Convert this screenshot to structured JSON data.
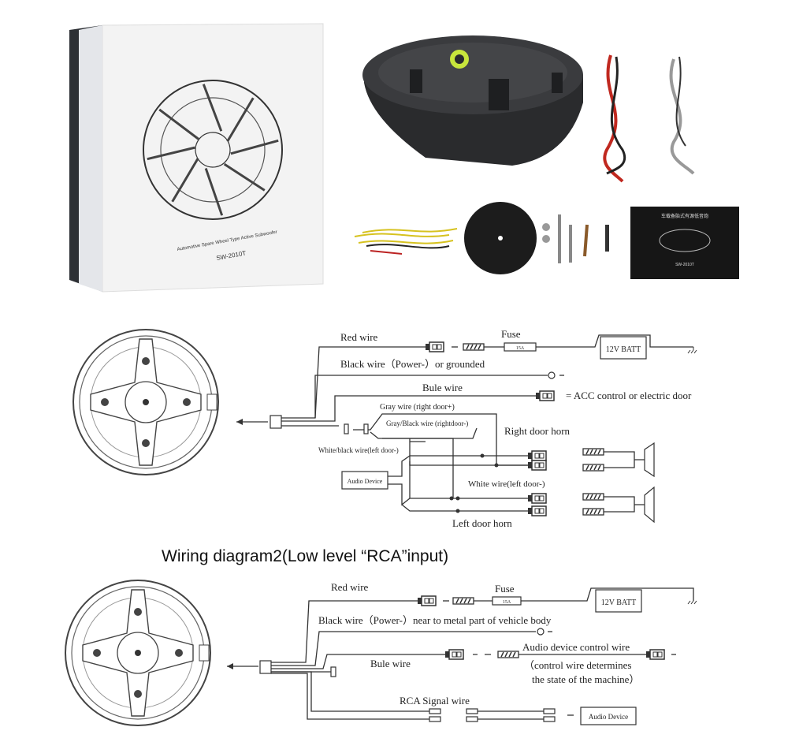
{
  "product": {
    "box_subtitle": "Automotive Spare Wheel Type Active Subwoofer",
    "box_model": "SW-2010T",
    "manual_title": "车载备胎式有源低音炮",
    "manual_model": "SW-2010T",
    "badge_color": "#c8e63c"
  },
  "diagram1": {
    "red_wire": "Red wire",
    "fuse": "Fuse",
    "fuse_rating": "15A",
    "battery": "12V BATT",
    "black_wire": "Black wire（Power-）or grounded",
    "blue_wire": "Bule wire",
    "acc_label": "= ACC control or electric door",
    "gray_wire": "Gray wire (right door+)",
    "gray_black_wire": "Gray/Black wire (rightdoor-)",
    "right_door_horn": "Right door horn",
    "white_black_wire": "White/black wire(left door-)",
    "audio_device": "Audio Device",
    "white_wire": "White wire(left door-)",
    "left_door_horn": "Left door horn"
  },
  "section_title": "Wiring diagram2(Low level “RCA”input)",
  "diagram2": {
    "red_wire": "Red wire",
    "fuse": "Fuse",
    "fuse_rating": "15A",
    "battery": "12V BATT",
    "black_wire": "Black wire（Power-）near to metal part of vehicle body",
    "blue_wire": "Bule wire",
    "control_wire": "Audio device control wire",
    "control_note_1": "（control wire determines",
    "control_note_2": "the state of the machine）",
    "rca_wire": "RCA Signal wire",
    "audio_device": "Audio Device"
  }
}
